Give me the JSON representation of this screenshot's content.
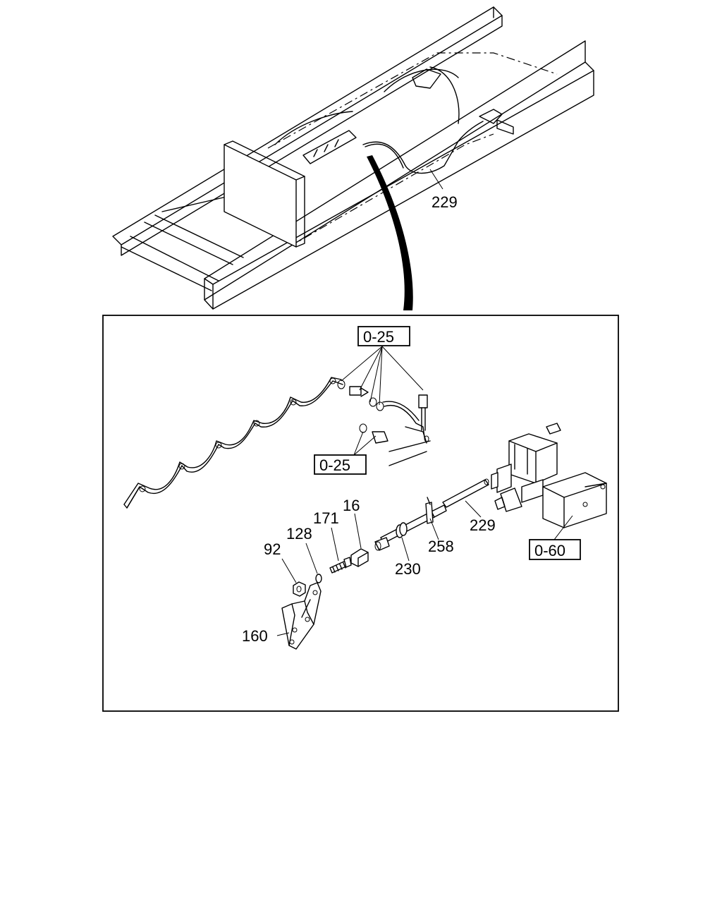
{
  "callouts": {
    "overview_line": "229",
    "ref_top": "0-25",
    "ref_mid": "0-25",
    "ref_valve": "0-60",
    "line_detail": "229",
    "part_16": "16",
    "part_171": "171",
    "part_128": "128",
    "part_92": "92",
    "part_160": "160",
    "part_230": "230",
    "part_258": "258"
  }
}
